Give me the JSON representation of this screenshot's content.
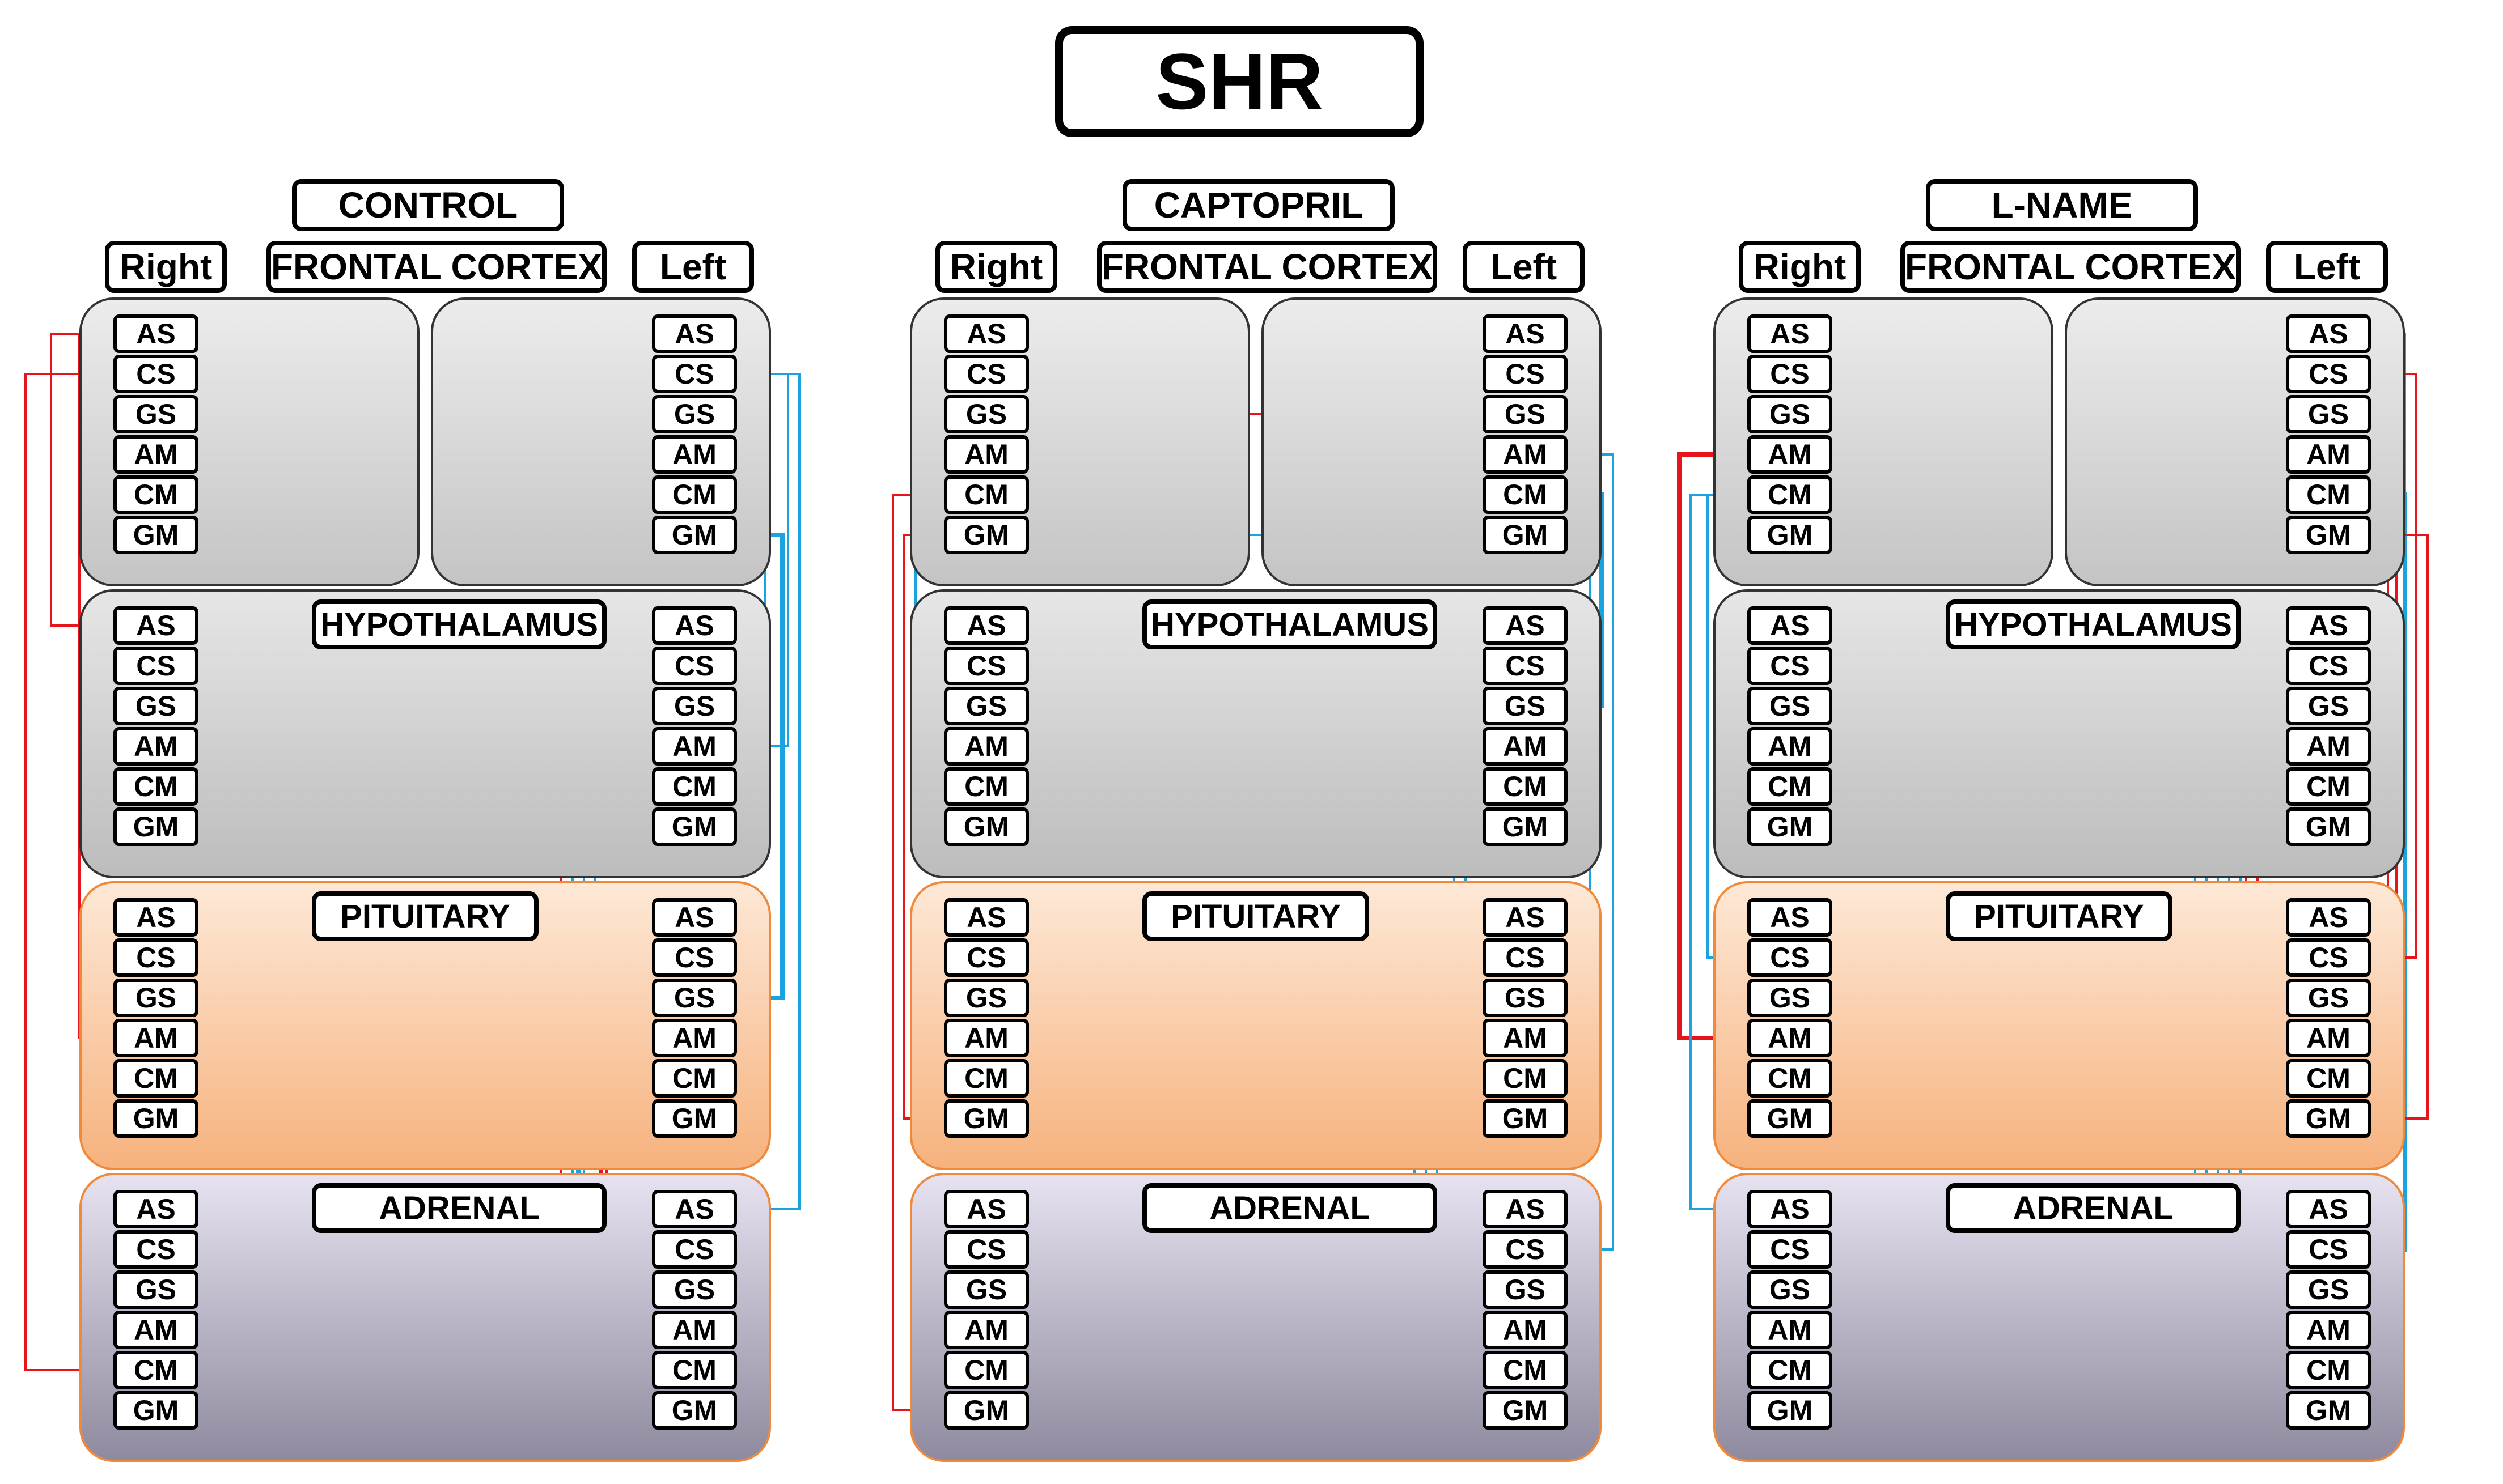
{
  "title": "SHR",
  "conditions": [
    "CONTROL",
    "CAPTOPRIL",
    "L-NAME"
  ],
  "side_labels": {
    "right": "Right",
    "left": "Left"
  },
  "regions": [
    "FRONTAL CORTEX",
    "HYPOTHALAMUS",
    "PITUITARY",
    "ADRENAL"
  ],
  "nodes": [
    "AS",
    "CS",
    "GS",
    "AM",
    "CM",
    "GM"
  ],
  "colors": {
    "positive_link": "#e8141c",
    "negative_link": "#1aa3df",
    "frontal_bg": "#d9d9d9",
    "hypothalamus_bg": "#cfcfcf",
    "pituitary_bg": "#f9c9a2",
    "adrenal_bg": "#cdc8de"
  }
}
